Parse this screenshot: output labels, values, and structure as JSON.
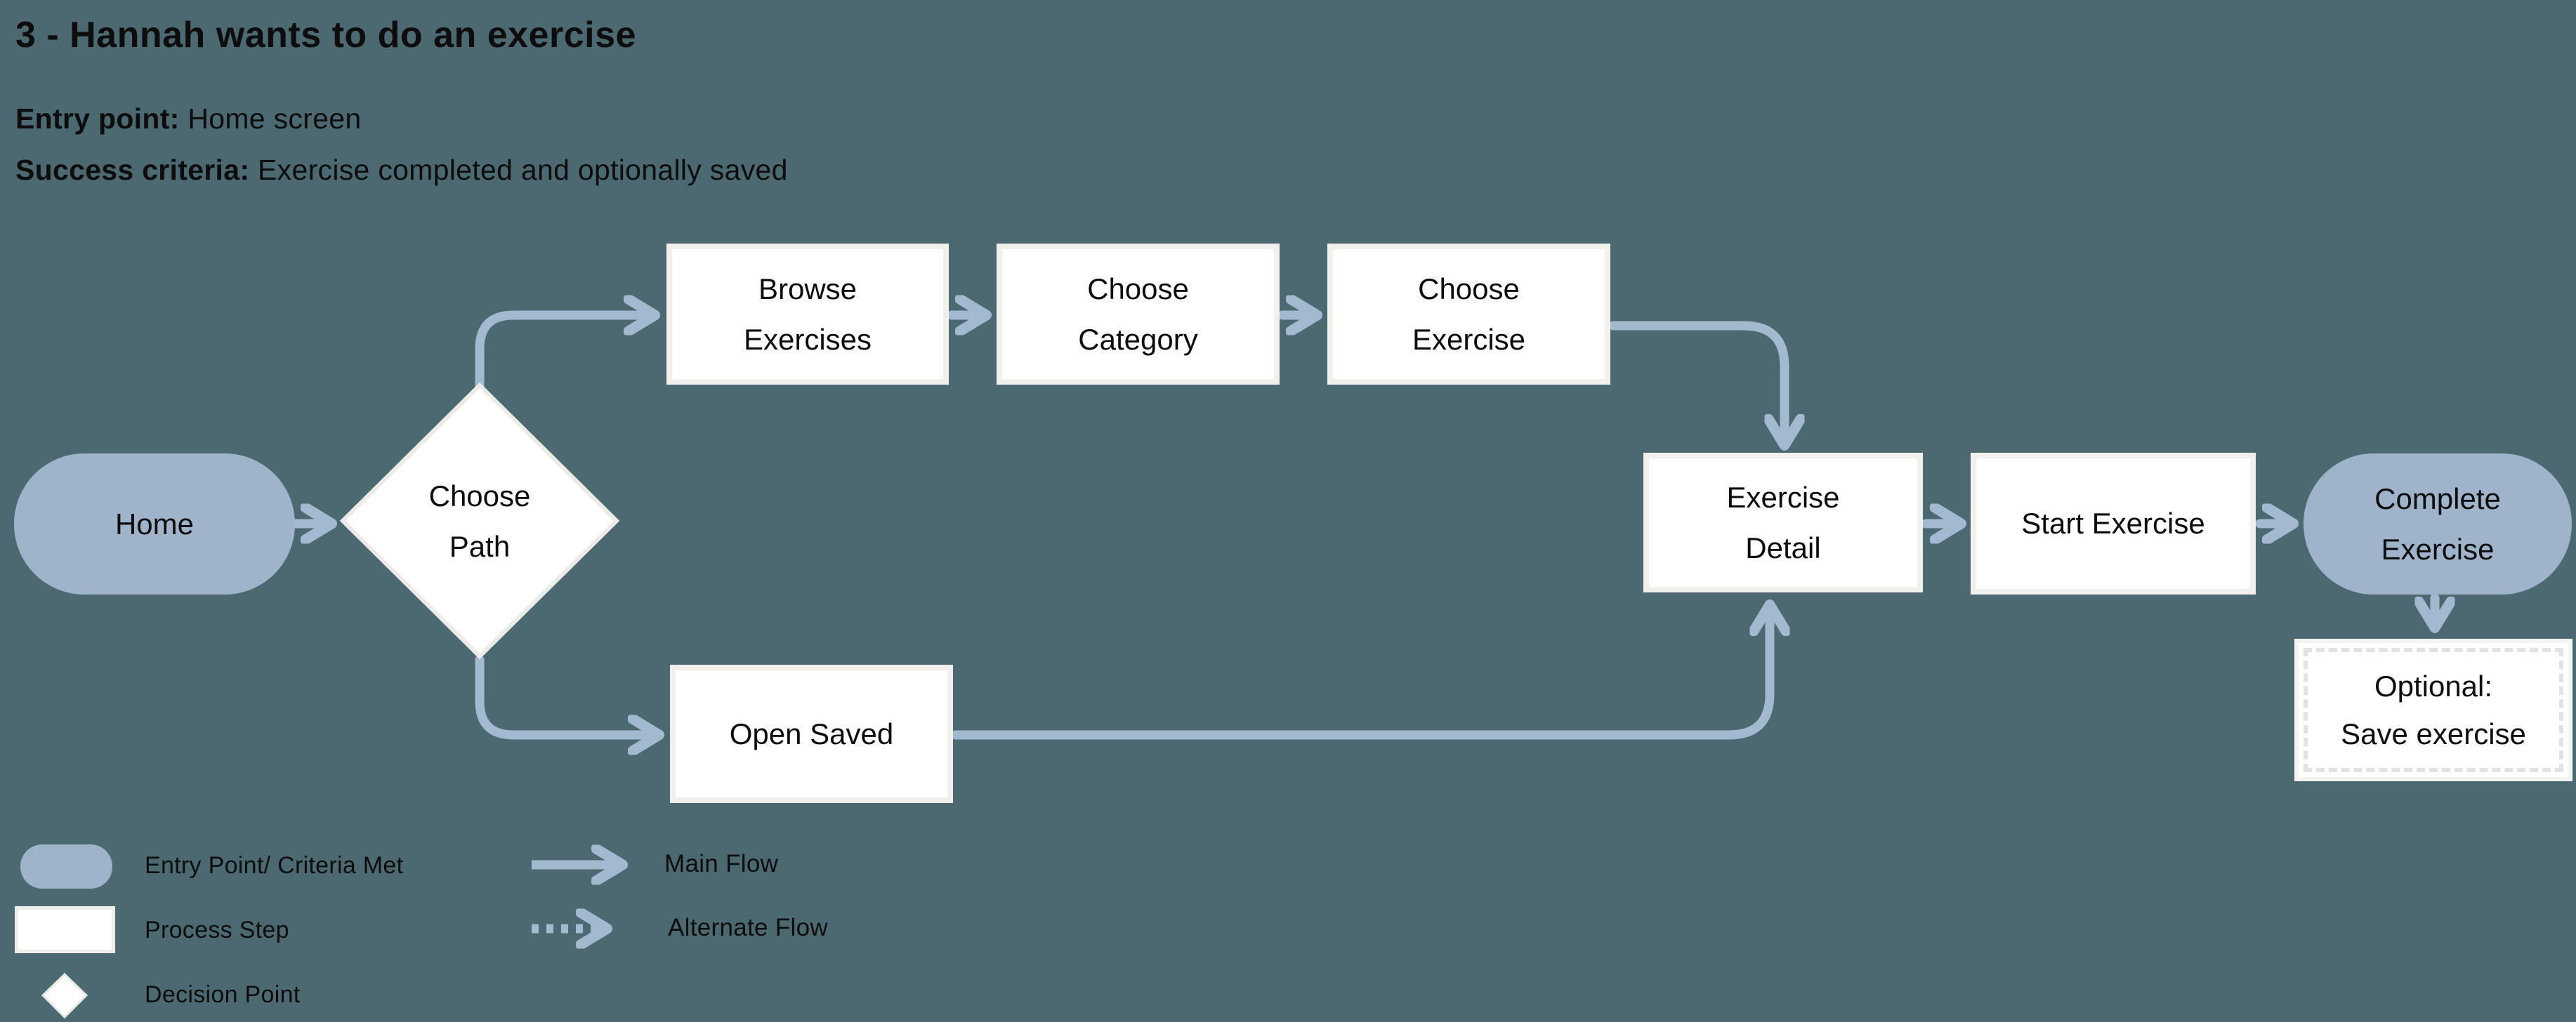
{
  "header": {
    "title": "3 - Hannah wants to do an exercise",
    "entry_label": "Entry point:",
    "entry_value": "Home screen",
    "success_label": "Success criteria:",
    "success_value": "Exercise completed and optionally saved"
  },
  "flow": {
    "home": "Home",
    "choose_path": "Choose\nPath",
    "browse_exercises": "Browse\nExercises",
    "choose_category": "Choose\nCategory",
    "choose_exercise": "Choose\nExercise",
    "exercise_detail": "Exercise\nDetail",
    "start_exercise": "Start Exercise",
    "complete_exercise": "Complete\nExercise",
    "optional_save": "Optional:\nSave exercise",
    "open_saved": "Open Saved"
  },
  "legend": {
    "entry": "Entry Point/ Criteria Met",
    "process": "Process Step",
    "decision": "Decision Point",
    "main_flow": "Main Flow",
    "alternate_flow": "Alternate Flow"
  },
  "colors": {
    "background": "#4c6971",
    "entry_fill": "#9fb4cb",
    "arrow": "#a3b9cf",
    "process_border": "#f2f0ed",
    "optional_dash": "#e2e2e2",
    "text": "#0d0d0d"
  }
}
